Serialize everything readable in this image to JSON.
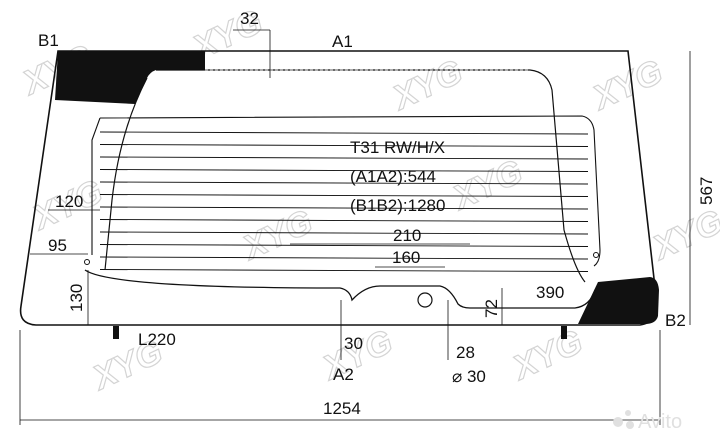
{
  "diagram": {
    "part_code": "T31 RW/H/X",
    "a1a2": "(A1A2):544",
    "b1b2": "(B1B2):1280",
    "points": {
      "b1": "B1",
      "a1": "A1",
      "a2": "A2",
      "b2": "B2"
    },
    "dimensions": {
      "top_band": "32",
      "left_offset": "120",
      "left_edge": "95",
      "bottom_left": "130",
      "center_210": "210",
      "center_160": "160",
      "right_390": "390",
      "cutout_height": "72",
      "height": "567",
      "l220": "L220",
      "a2_offset": "30",
      "hole_offset": "28",
      "hole_diameter": "⌀ 30",
      "width": "1254"
    },
    "watermark": "XYG",
    "avito_watermark": "Avito",
    "colors": {
      "line": "#111111",
      "ceramic_band": "#111111",
      "watermark": "#d4d4d4"
    }
  }
}
